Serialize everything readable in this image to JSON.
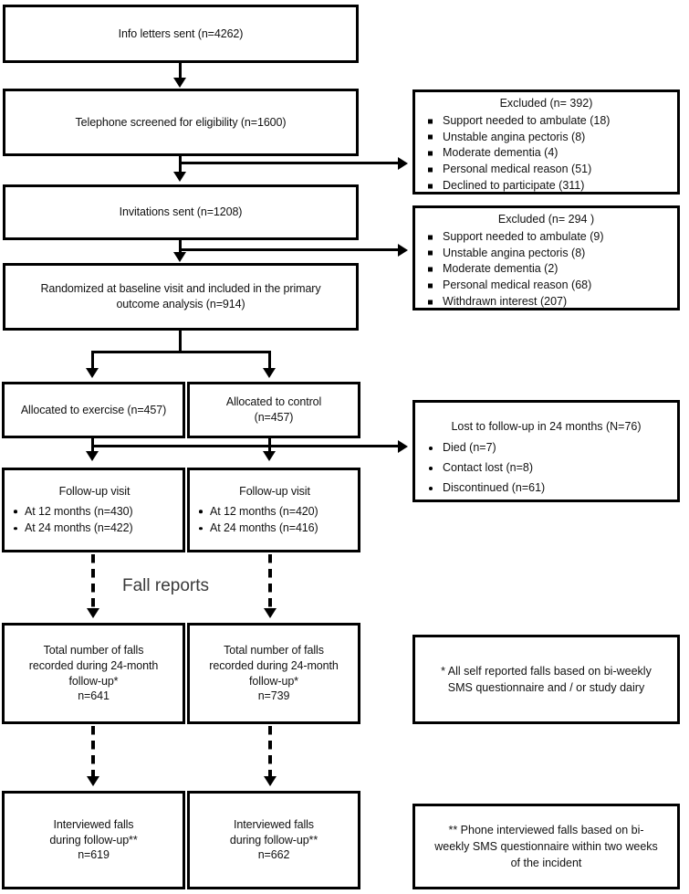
{
  "diagram": {
    "title": "CONSORT participant flow diagram",
    "section_label": "Fall reports",
    "colors": {
      "line": "#000000",
      "box_border": "#000000",
      "background": "#ffffff",
      "section_label": "#3a3a3a"
    }
  },
  "flow": {
    "info_letters": {
      "line1": "Info letters sent (n=4262)"
    },
    "telephone_screened": {
      "line1": "Telephone screened for eligibility  (n=1600)"
    },
    "invitations": {
      "line1": "Invitations sent (n=1208)"
    },
    "randomized": {
      "line1": "Randomized at baseline visit and included in the primary",
      "line2": "outcome analysis (n=914)"
    },
    "allocated_exercise": {
      "line1": "Allocated to exercise (n=457)"
    },
    "allocated_control": {
      "line1": "Allocated to control",
      "line2": "(n=457)"
    },
    "followup_exercise": {
      "title": "Follow-up visit",
      "items": [
        "At 12 months  (n=430)",
        "At 24 months  (n=422)"
      ]
    },
    "followup_control": {
      "title": "Follow-up visit",
      "items": [
        "At 12 months  (n=420)",
        "At 24 months  (n=416)"
      ]
    },
    "falls_exercise": {
      "line1": "Total number of falls",
      "line2": "recorded during 24-month",
      "line3": "follow-up*",
      "line4": "n=641"
    },
    "falls_control": {
      "line1": "Total number of falls",
      "line2": "recorded during 24-month",
      "line3": "follow-up*",
      "line4": "n=739"
    },
    "interviewed_exercise": {
      "line1": "Interviewed falls",
      "line2": "during follow-up**",
      "line3": "n=619"
    },
    "interviewed_control": {
      "line1": "Interviewed falls",
      "line2": "during follow-up**",
      "line3": "n=662"
    }
  },
  "side": {
    "excluded_1": {
      "header": "Excluded (n= 392)",
      "items": [
        "Support needed to ambulate (18)",
        "Unstable angina pectoris (8)",
        "Moderate dementia (4)",
        "Personal medical reason (51)",
        "Declined to participate (311)"
      ]
    },
    "excluded_2": {
      "header": "Excluded (n= 294 )",
      "items": [
        "Support needed to ambulate (9)",
        "Unstable angina pectoris (8)",
        "Moderate dementia (2)",
        "Personal medical reason (68)",
        "Withdrawn interest (207)"
      ]
    },
    "lost_followup": {
      "header": "Lost to follow-up in 24 months (N=76)",
      "items": [
        "Died (n=7)",
        "Contact lost (n=8)",
        "Discontinued (n=61)"
      ]
    },
    "footnote_1": {
      "line1": "* All self reported falls based on  bi-weekly",
      "line2": "SMS questionnaire and / or study dairy"
    },
    "footnote_2": {
      "line1": "** Phone interviewed falls based on bi-",
      "line2": "weekly SMS questionnaire within two weeks",
      "line3": "of the incident"
    }
  }
}
